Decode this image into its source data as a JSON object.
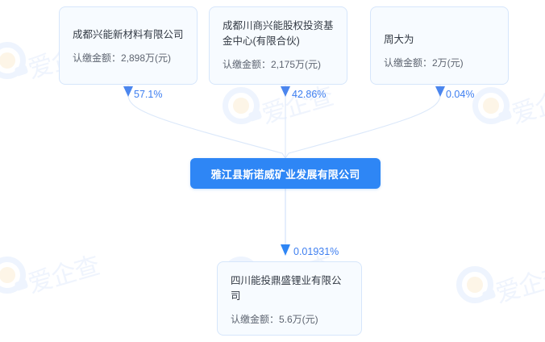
{
  "graph": {
    "kind": "equity-structure-tree",
    "accent_color": "#2e86f5",
    "link_color": "#d9e7fa",
    "node_fill": "#f7fbff",
    "node_border": "#d6e6fb",
    "percent_color": "#3d7ef0"
  },
  "center_node": {
    "name": "雅江县斯诺威矿业发展有限公司"
  },
  "parents": [
    {
      "name": "成都兴能新材料有限公司",
      "amount_label": "认缴金额：2,898万(元)",
      "percent": "57.1%",
      "arrow_icon": "arrow-down-icon"
    },
    {
      "name": "成都川商兴能股权投资基金中心(有限合伙)",
      "amount_label": "认缴金额：2,175万(元)",
      "percent": "42.86%",
      "arrow_icon": "arrow-down-icon"
    },
    {
      "name": "周大为",
      "amount_label": "认缴金额：2万(元)",
      "percent": "0.04%",
      "arrow_icon": "arrow-down-icon"
    }
  ],
  "children": [
    {
      "name": "四川能投鼎盛锂业有限公司",
      "amount_label": "认缴金额：5.6万(元)",
      "percent": "0.01931%",
      "arrow_icon": "arrow-down-icon"
    }
  ],
  "watermark": {
    "text": "爱企查",
    "logo_icon": "aiqicha-logo-icon"
  }
}
